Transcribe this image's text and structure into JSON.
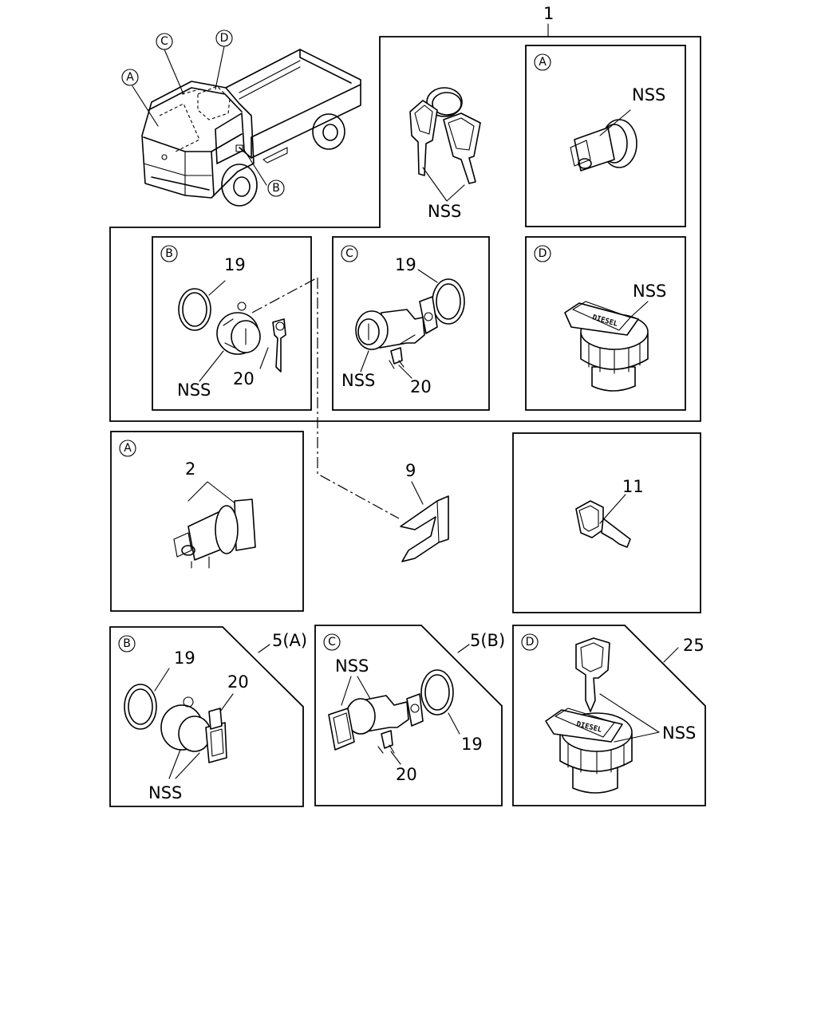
{
  "callouts": {
    "c1": "1",
    "nss": "NSS",
    "c19": "19",
    "c20": "20",
    "c2": "2",
    "c9": "9",
    "c11": "11",
    "c5a": "5(A)",
    "c5b": "5(B)",
    "c25": "25"
  },
  "letters": {
    "a": "A",
    "b": "B",
    "c": "C",
    "d": "D"
  },
  "cap_text": "DIESEL"
}
